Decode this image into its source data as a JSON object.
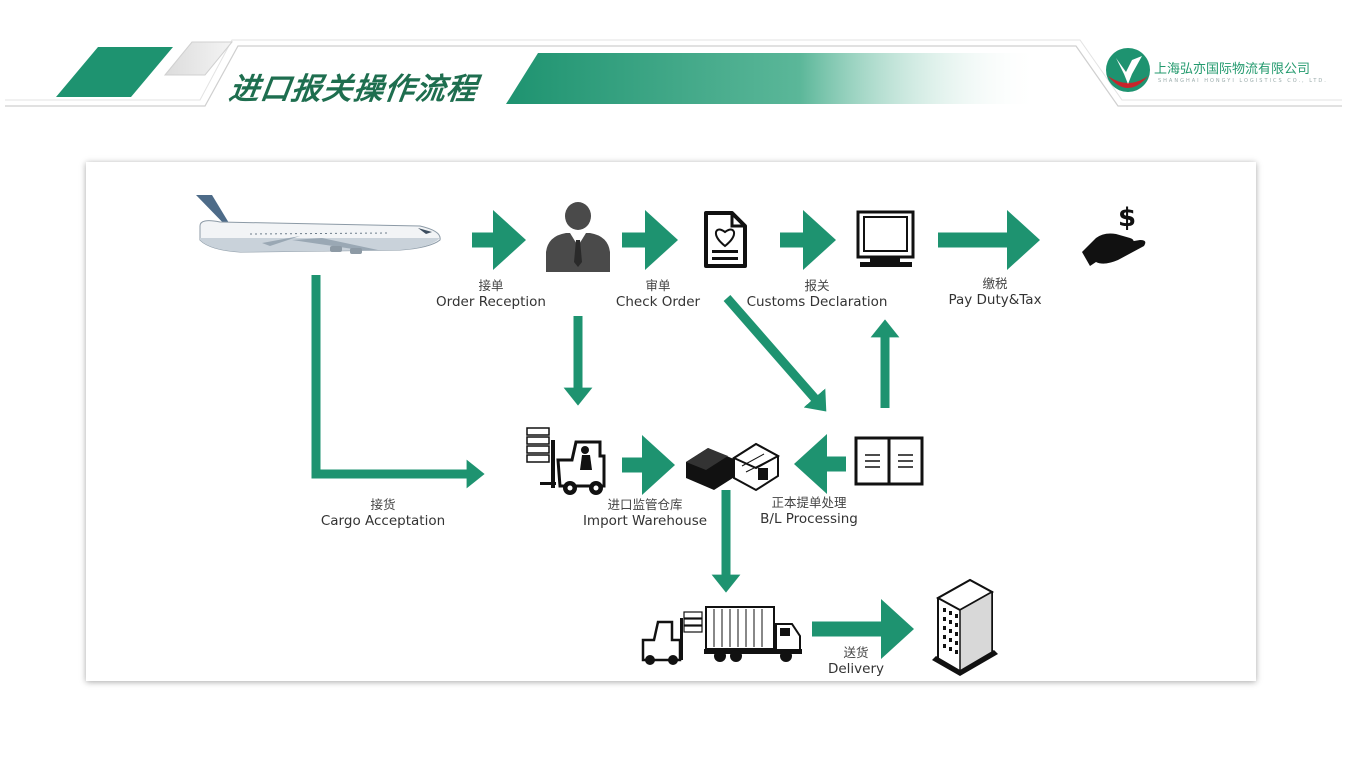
{
  "header": {
    "title": "进口报关操作流程",
    "company_name": "上海弘亦国际物流有限公司",
    "company_name_en": "SHANGHAI HONGYI LOGISTICS CO., LTD."
  },
  "colors": {
    "accent": "#1e9370",
    "accent_dark": "#1e6e4f",
    "logo_red": "#c8242b",
    "icon": "#111111"
  },
  "nodes": {
    "order_reception": {
      "zh": "接单",
      "en": "Order Reception",
      "icon": "businessman-icon"
    },
    "check_order": {
      "zh": "审单",
      "en": "Check Order",
      "icon": "document-icon"
    },
    "customs_declaration": {
      "zh": "报关",
      "en": "Customs Declaration",
      "icon": "monitor-icon"
    },
    "pay_duty": {
      "zh": "缴税",
      "en": "Pay Duty&Tax",
      "icon": "hand-dollar-icon"
    },
    "cargo_acceptation": {
      "zh": "接货",
      "en": "Cargo Acceptation",
      "icon": "airplane-icon"
    },
    "import_warehouse": {
      "zh": "进口监管仓库",
      "en": "Import Warehouse",
      "icon": "warehouse-icon"
    },
    "bl_processing": {
      "zh": "正本提单处理",
      "en": "B/L Processing",
      "icon": "book-icon"
    },
    "delivery": {
      "zh": "送货",
      "en": "Delivery",
      "icon": "truck-icon"
    }
  }
}
